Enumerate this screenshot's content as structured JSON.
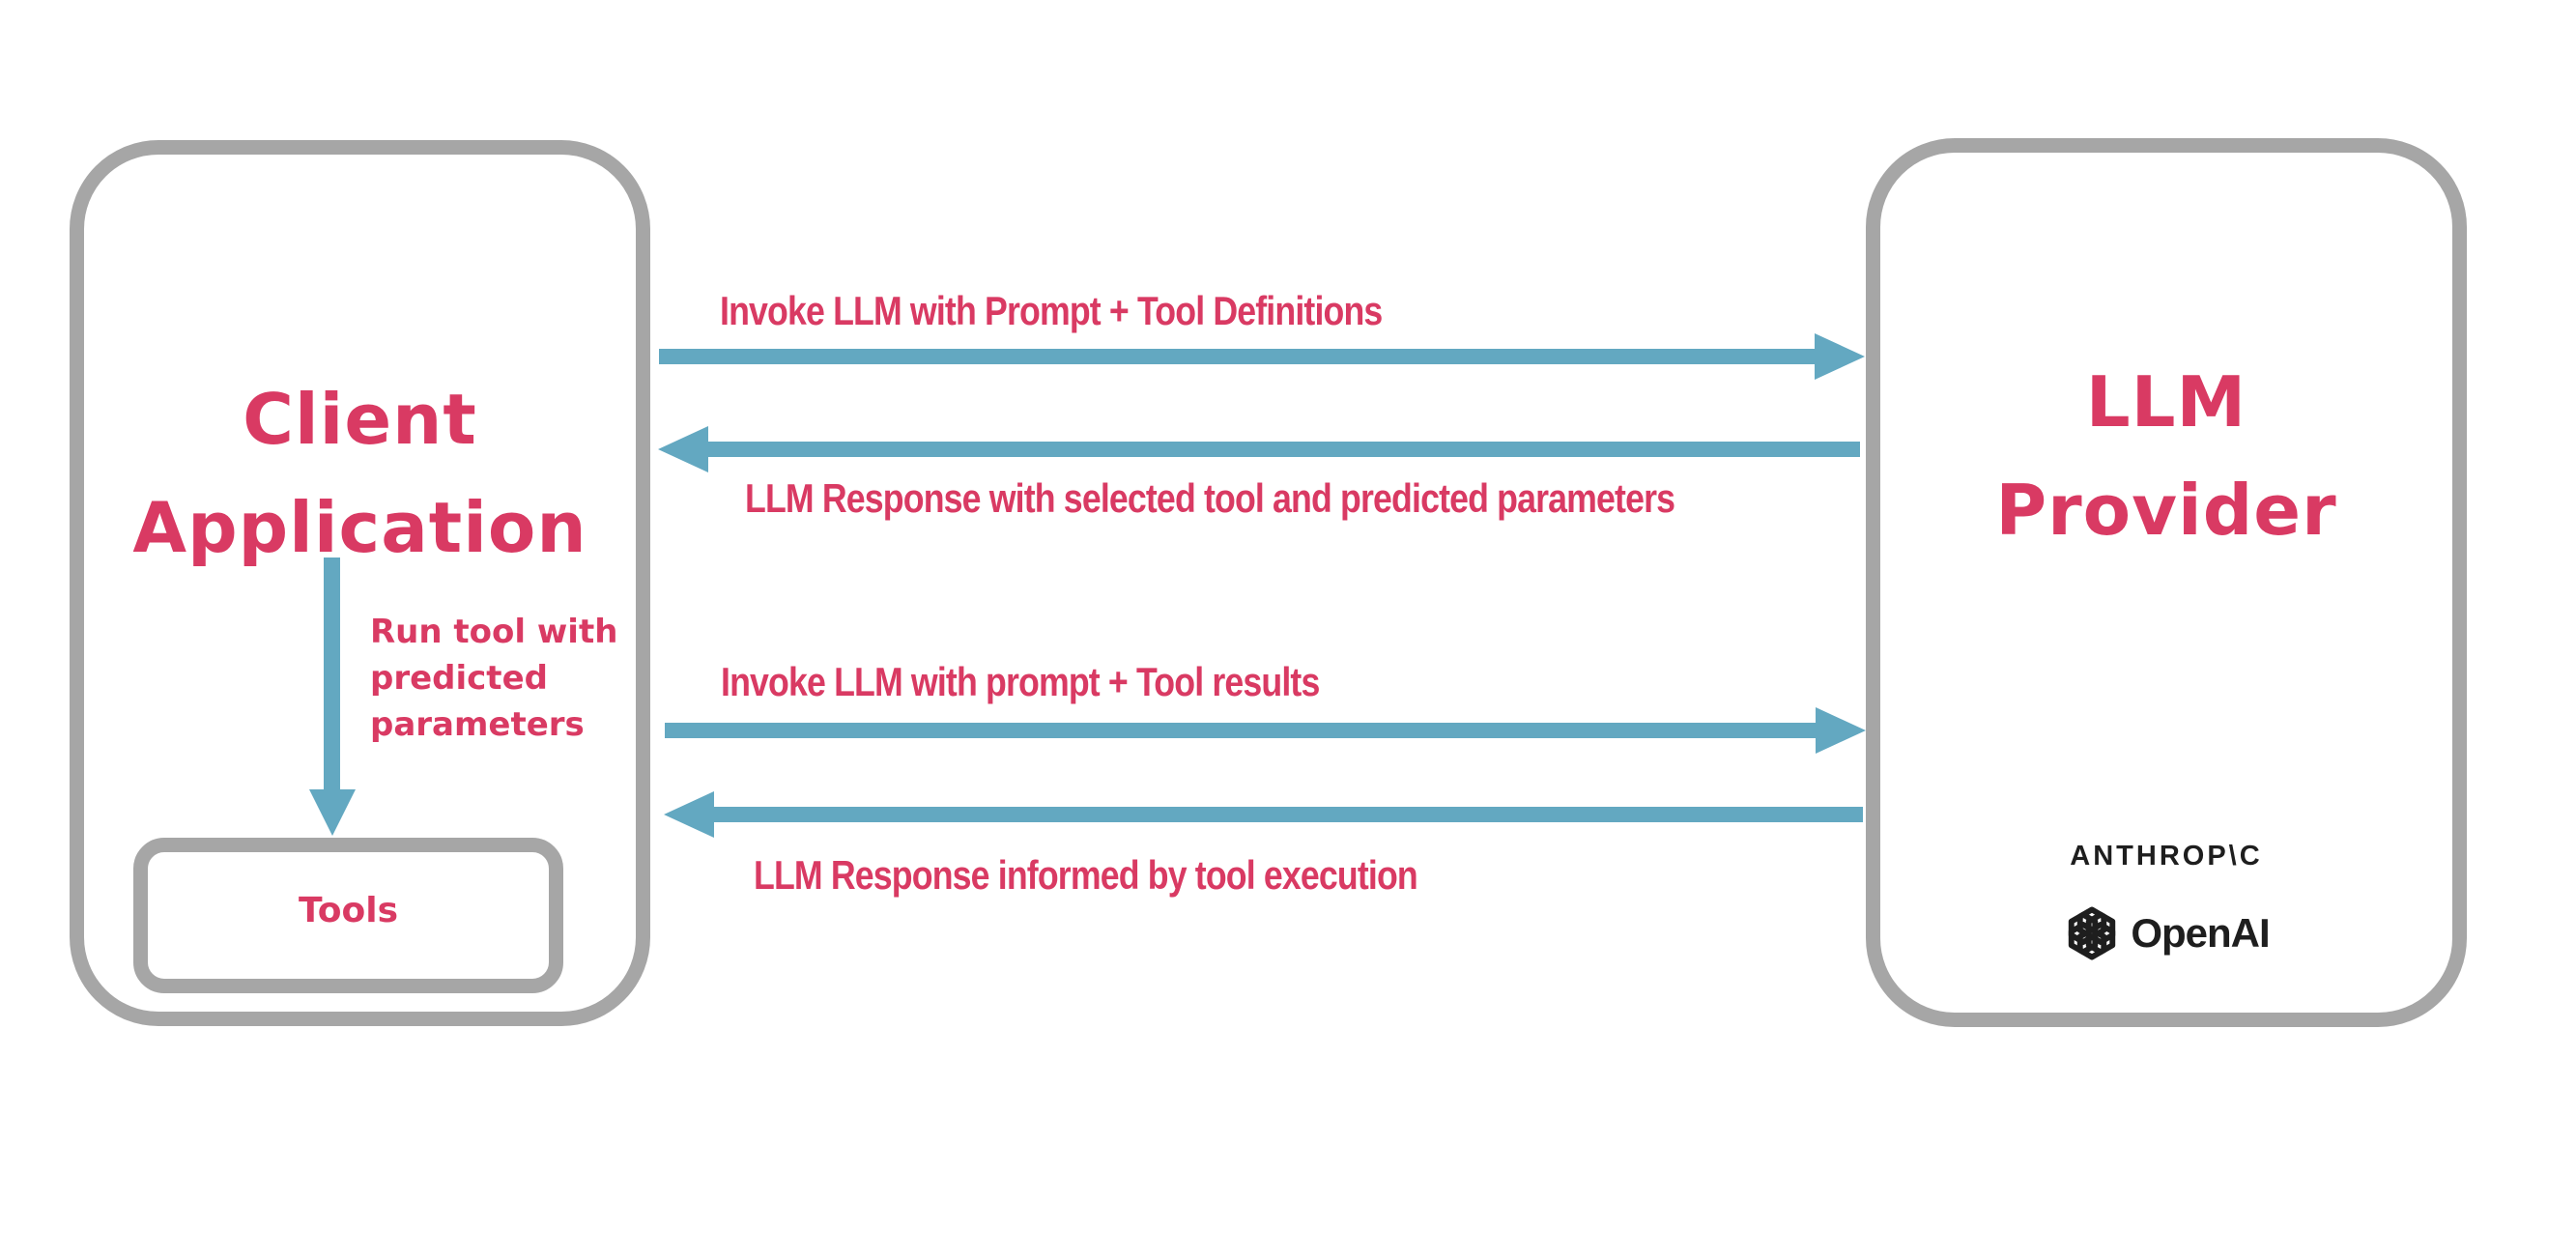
{
  "theme": {
    "accent_pink": "#d93a63",
    "arrow_blue": "#63a8c1",
    "border_gray": "#a6a6a6",
    "logo_black": "#1e1e1e",
    "background": "#ffffff"
  },
  "client_box": {
    "title_lines": [
      "Client",
      "Application"
    ],
    "internal_arrow_label": "Run tool with predicted parameters",
    "tools_label": "Tools"
  },
  "provider_box": {
    "title_lines": [
      "LLM",
      "Provider"
    ],
    "logos": {
      "anthropic_text": "ANTHROP\\C",
      "openai_text": "OpenAI"
    }
  },
  "flows": [
    {
      "direction": "right",
      "label": "Invoke LLM with Prompt + Tool Definitions"
    },
    {
      "direction": "left",
      "label": "LLM Response with selected tool and predicted parameters"
    },
    {
      "direction": "right",
      "label": "Invoke LLM with prompt + Tool results"
    },
    {
      "direction": "left",
      "label": "LLM Response informed by tool execution"
    }
  ]
}
